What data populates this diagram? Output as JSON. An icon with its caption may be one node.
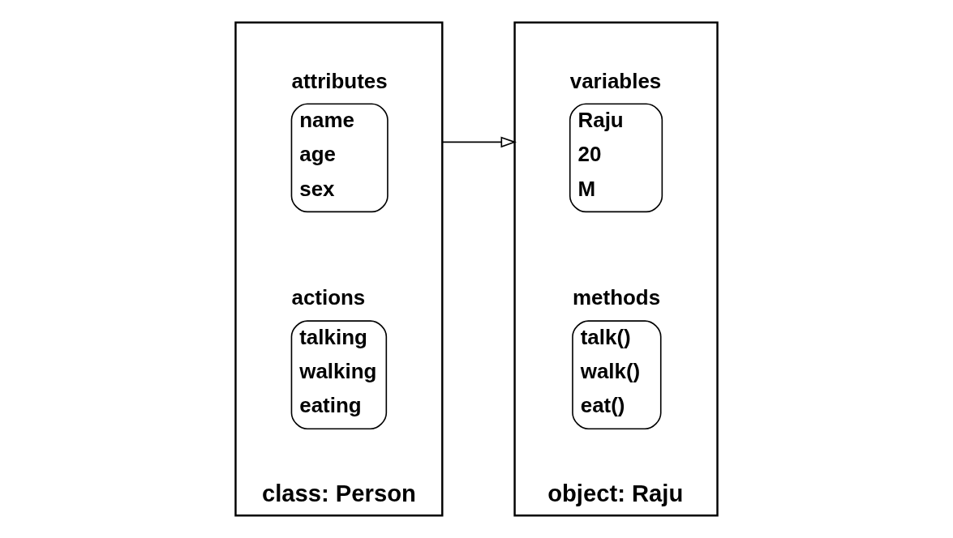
{
  "diagram": {
    "nodes": [
      {
        "text": [
          "class: Person"
        ]
      },
      {
        "text": [
          "attributes",
          "name",
          "age",
          "sex"
        ],
        "in": 0
      },
      {
        "text": [
          "actions",
          "talking",
          "walking",
          "eating"
        ],
        "in": 0
      },
      {
        "text": [
          "object: Raju"
        ]
      },
      {
        "text": [
          "variables",
          "Raju",
          "20",
          "M"
        ],
        "in": 3
      },
      {
        "text": [
          "methods",
          "talk()",
          "walk()",
          "eat()"
        ],
        "in": 3
      }
    ],
    "edges": [
      {
        "from": 0,
        "to": 3,
        "arrow": "to"
      }
    ]
  }
}
